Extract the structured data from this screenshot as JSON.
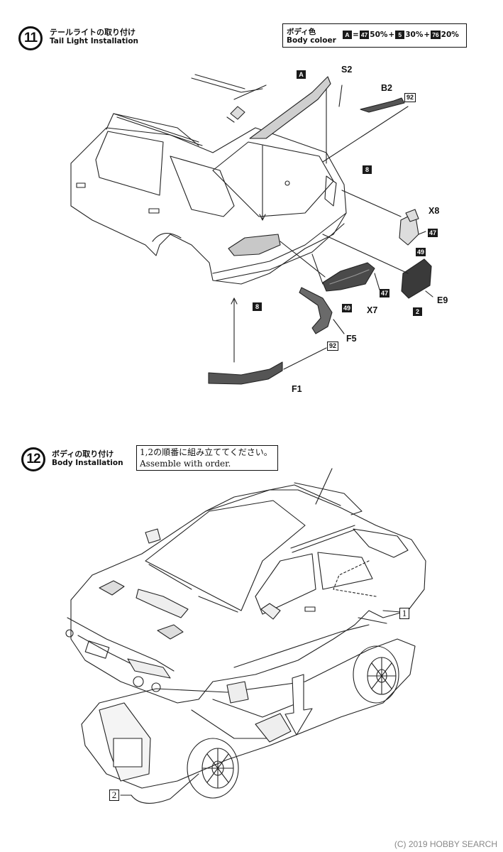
{
  "step11": {
    "number": "11",
    "title_jp": "テールライトの取り付け",
    "title_en": "Tail Light Installation"
  },
  "body_color": {
    "label_jp": "ボディ色",
    "label_en": "Body coloer",
    "mix": [
      {
        "chip": "A",
        "eq": "=",
        "paint": "47",
        "pct": "50%"
      },
      {
        "sep": "+",
        "paint": "5",
        "pct": "30%"
      },
      {
        "sep": "+",
        "paint": "76",
        "pct": "20%"
      }
    ]
  },
  "parts11": {
    "S2": "S2",
    "B2": "B2",
    "X8": "X8",
    "E9": "E9",
    "X7": "X7",
    "F5": "F5",
    "F1": "F1",
    "tag_A": "A",
    "tag_92a": "92",
    "tag_8a": "8",
    "tag_8b": "8",
    "tag_47a": "47",
    "tag_49a": "49",
    "tag_47b": "47",
    "tag_49b": "49",
    "tag_2": "2",
    "tag_92b": "92"
  },
  "step12": {
    "number": "12",
    "title_jp": "ボディの取り付け",
    "title_en": "Body Installation",
    "note_jp": "1,2の順番に組み立ててください。",
    "note_en": "Assemble with order.",
    "order1": "1",
    "order2": "2"
  },
  "watermark": "(C) 2019 HOBBY SEARCH"
}
